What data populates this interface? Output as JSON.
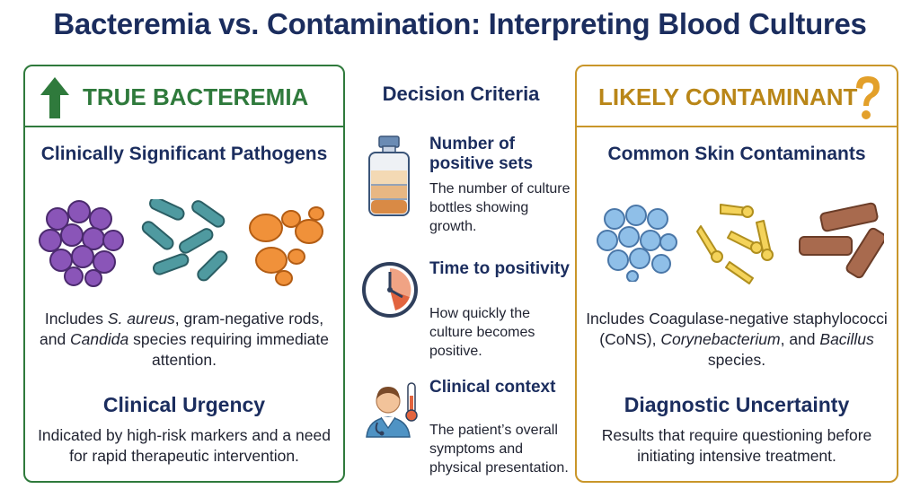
{
  "title": "Bacteremia vs. Contamination: Interpreting Blood Cultures",
  "left": {
    "header": "TRUE BACTEREMIA",
    "header_icon": "up-arrow-icon",
    "accent": "#2f7a3c",
    "section1_title": "Clinically Significant Pathogens",
    "desc": {
      "p1": "Includes ",
      "p2": "S. aureus",
      "p3": ", gram-negative rods, and ",
      "p4": "Candida",
      "p5": " species requiring immediate attention."
    },
    "section2_title": "Clinical Urgency",
    "section2_text": "Indicated by high-risk markers and a need for rapid therapeutic intervention."
  },
  "center": {
    "title": "Decision Criteria",
    "criteria": [
      {
        "icon": "blood-culture-bottle-icon",
        "title": "Number of positive sets",
        "desc": "The number of culture bottles showing growth."
      },
      {
        "icon": "clock-icon",
        "title": "Time to positivity",
        "desc": "How quickly the culture becomes positive."
      },
      {
        "icon": "doctor-icon",
        "title": "Clinical context",
        "desc": "The patient’s overall symptoms and physical presentation."
      }
    ]
  },
  "right": {
    "header": "LIKELY CONTAMINANT",
    "header_icon": "question-mark-icon",
    "accent": "#c9962a",
    "section1_title": "Common Skin Contaminants",
    "desc": {
      "p1": "Includes Coagulase-negative staphylococci (CoNS), ",
      "p2": "Corynebacterium",
      "p3": ", and ",
      "p4": "Bacillus",
      "p5": " species."
    },
    "section2_title": "Diagnostic Uncertainty",
    "section2_text": "Results that require questioning before initiating intensive treatment."
  }
}
